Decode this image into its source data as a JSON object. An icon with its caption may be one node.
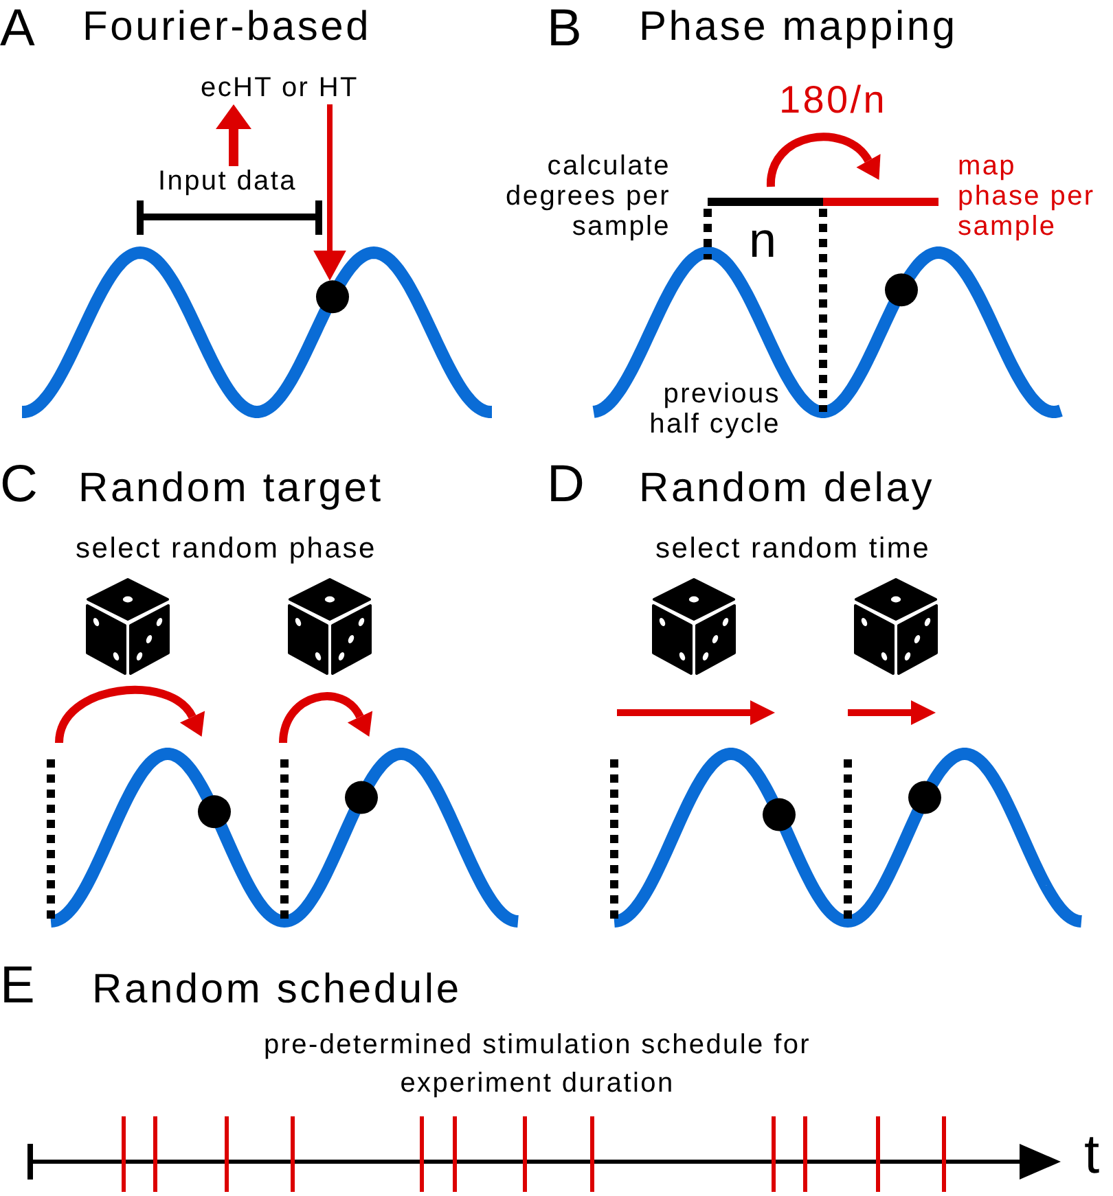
{
  "diagram": {
    "nodes": [
      {
        "text": [
          "ecHT or HT"
        ]
      },
      {
        "text": [
          "Input data"
        ]
      },
      {
        "text": [],
        "shape": "circle"
      }
    ],
    "edges": [
      {
        "from": 0,
        "to": 2,
        "arrow": "to"
      },
      {
        "from": 1,
        "to": 0,
        "arrow": "to"
      }
    ],
    "labels": [
      "A",
      "Fourier-based",
      "B",
      "Phase mapping",
      "180/n",
      "calculate degrees per sample",
      "n",
      "map phase per sample",
      "previous half cycle",
      "C",
      "Random target",
      "select random phase",
      "D",
      "Random delay",
      "select random time",
      "E",
      "Random schedule",
      "pre-determined stimulation schedule for experiment duration",
      "t"
    ]
  }
}
